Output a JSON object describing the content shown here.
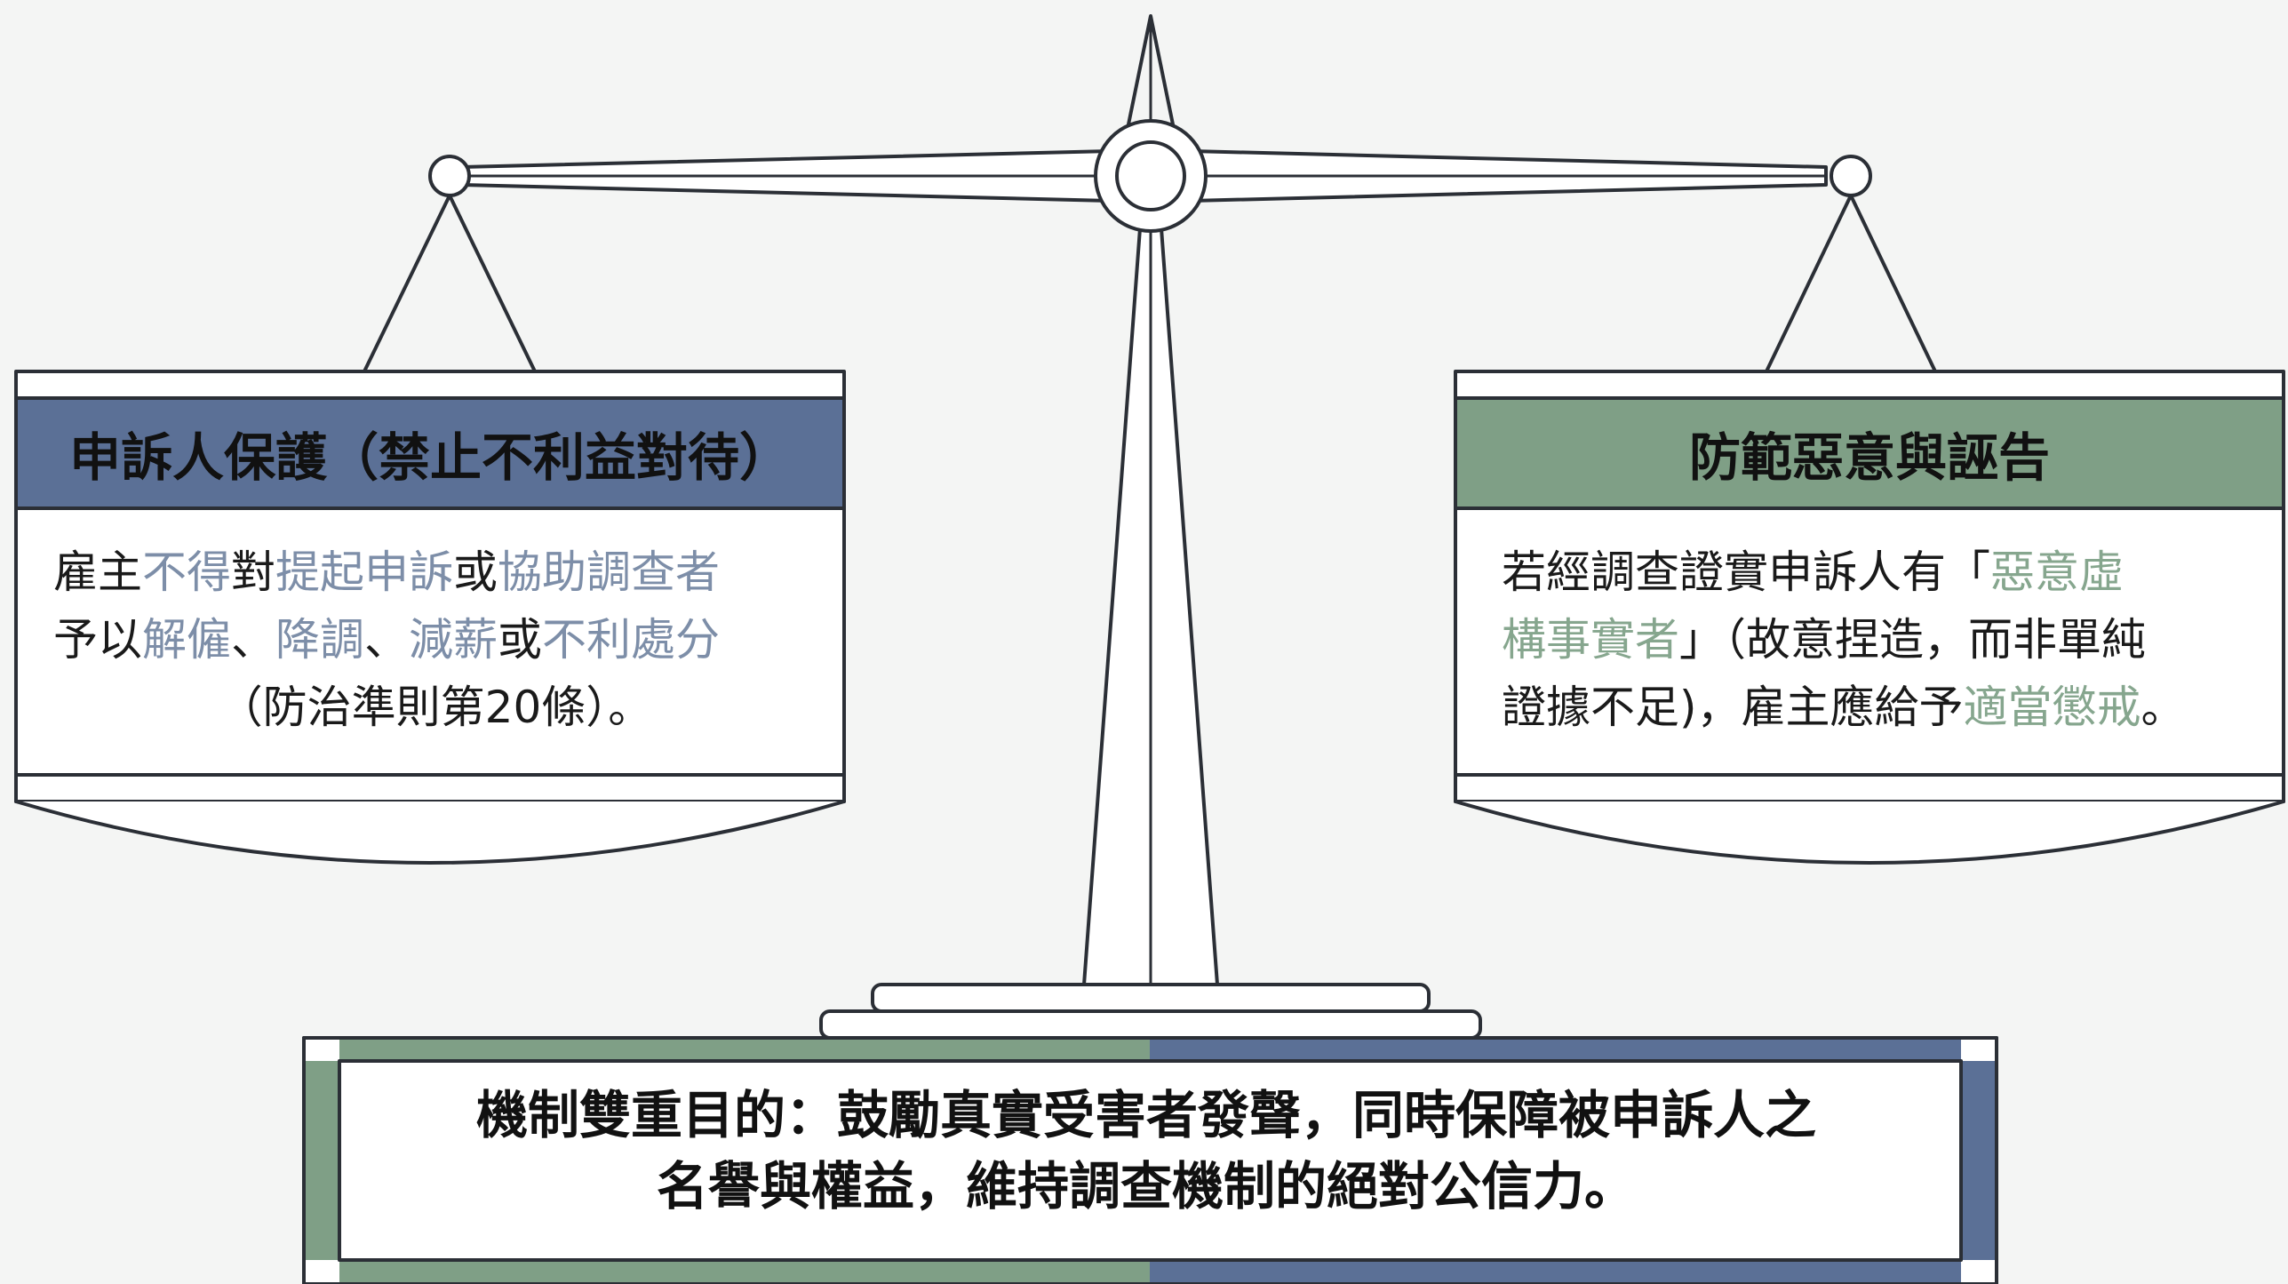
{
  "colors": {
    "blue": "#5b7096",
    "green": "#7f9f86",
    "blue_text": "#7d8ea8",
    "green_text": "#86a68e",
    "line": "#2b2f36",
    "background": "#f4f5f4"
  },
  "left_pan": {
    "title": "申訴人保護（禁止不利益對待）",
    "body": [
      [
        {
          "text": "雇主",
          "style": "plain"
        },
        {
          "text": "不得",
          "style": "blue"
        },
        {
          "text": "對",
          "style": "plain"
        },
        {
          "text": "提起申訴",
          "style": "blue"
        },
        {
          "text": "或",
          "style": "plain"
        },
        {
          "text": "協助調查者",
          "style": "blue"
        }
      ],
      [
        {
          "text": "予以",
          "style": "plain"
        },
        {
          "text": "解僱",
          "style": "blue"
        },
        {
          "text": "、",
          "style": "plain"
        },
        {
          "text": "降調",
          "style": "blue"
        },
        {
          "text": "、",
          "style": "plain"
        },
        {
          "text": "減薪",
          "style": "blue"
        },
        {
          "text": "或",
          "style": "plain"
        },
        {
          "text": "不利處分",
          "style": "blue"
        }
      ],
      [
        {
          "text": "（防治準則第20條）。",
          "style": "plain"
        }
      ]
    ]
  },
  "right_pan": {
    "title": "防範惡意與誣告",
    "body": [
      [
        {
          "text": "若經調查證實申訴人有「",
          "style": "plain"
        },
        {
          "text": "惡意虛",
          "style": "green"
        }
      ],
      [
        {
          "text": "構事實者",
          "style": "green"
        },
        {
          "text": "」（故意捏造，而非單純",
          "style": "plain"
        }
      ],
      [
        {
          "text": "證據不足)，雇主應給予",
          "style": "plain"
        },
        {
          "text": "適當懲戒",
          "style": "green"
        },
        {
          "text": "。",
          "style": "plain"
        }
      ]
    ]
  },
  "base": {
    "line1": "機制雙重目的：鼓勵真實受害者發聲，同時保障被申訴人之",
    "line2": "名譽與權益，維持調查機制的絕對公信力。"
  }
}
